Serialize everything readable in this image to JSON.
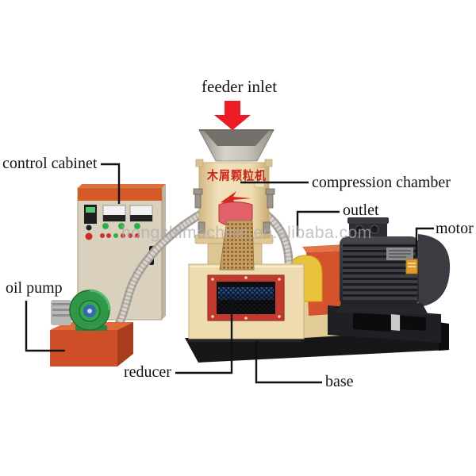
{
  "labels": {
    "feeder_inlet": "feeder inlet",
    "control_cabinet": "control cabinet",
    "compression_chamber": "compression chamber",
    "outlet": "outlet",
    "motor": "motor",
    "oil_pump": "oil pump",
    "reducer": "reducer",
    "base": "base"
  },
  "machine": {
    "nameplate_cn": "木屑颗粒机"
  },
  "watermark": {
    "text": "hongshimachine.en.alibaba.com"
  },
  "colors": {
    "background": "#ffffff",
    "annotation_arrow_red": "#ec1c24",
    "leader_line": "#111111",
    "label_text": "#131313",
    "watermark_gray": "#acacac",
    "cabinet_body_beige": "#d9d0bd",
    "cabinet_top_band_orange": "#d55a28",
    "machine_body_cream": "#eedcb0",
    "hopper_steel": "#c6c1b9",
    "oil_tank_orange": "#cd4e27",
    "pump_green": "#2f9747",
    "pump_cap_blue": "#3668b0",
    "motor_dark_gray": "#34353a",
    "base_black": "#17171a",
    "reducer_frame_red": "#c23a2e",
    "reducer_body_blue": "#2c4e8e",
    "outlet_yellow": "#e9c33c",
    "coupling_guard_red": "#d4532c",
    "nameplate_red": "#c8271c"
  }
}
